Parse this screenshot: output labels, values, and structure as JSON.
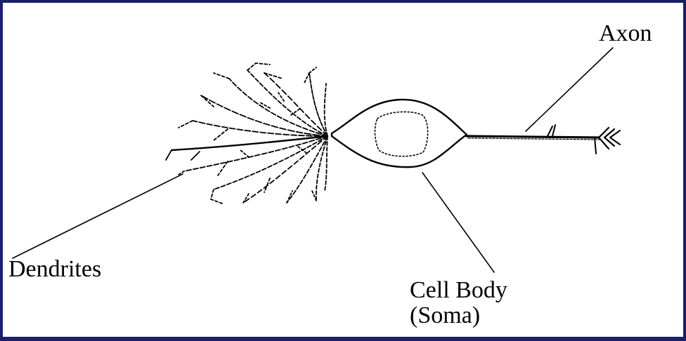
{
  "labels": {
    "axon": "Axon",
    "dendrites": "Dendrites",
    "cell_body": "Cell Body",
    "soma": "(Soma)"
  },
  "colors": {
    "frame": "#1b1f6b",
    "ink": "#000000",
    "background": "#ffffff"
  }
}
